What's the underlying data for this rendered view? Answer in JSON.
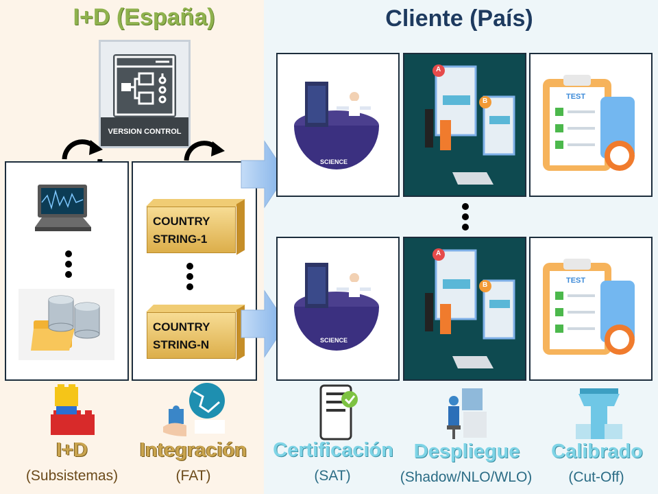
{
  "titles": {
    "left": "I+D (España)",
    "right": "Cliente (País)"
  },
  "version_control": {
    "label": "VERSION CONTROL"
  },
  "strings": {
    "first": [
      "COUNTRY",
      "STRING-1"
    ],
    "last": [
      "COUNTRY",
      "STRING-N"
    ]
  },
  "stage_icons": {
    "science": "SCIENCE",
    "test": "TEST",
    "ab_a": "A",
    "ab_b": "B"
  },
  "captions": [
    {
      "main": "I+D",
      "sub": "(Subsistemas)"
    },
    {
      "main": "Integración",
      "sub": "(FAT)"
    },
    {
      "main": "Certificación",
      "sub": "(SAT)"
    },
    {
      "main": "Despliegue",
      "sub": "(Shadow/NLO/WLO)"
    },
    {
      "main": "Calibrado",
      "sub": "(Cut-Off)"
    }
  ],
  "colors": {
    "left_bg": "#fdf4e9",
    "right_bg": "#eef6f9",
    "left_title": "#8fb24e",
    "right_title": "#1d3a5f"
  }
}
